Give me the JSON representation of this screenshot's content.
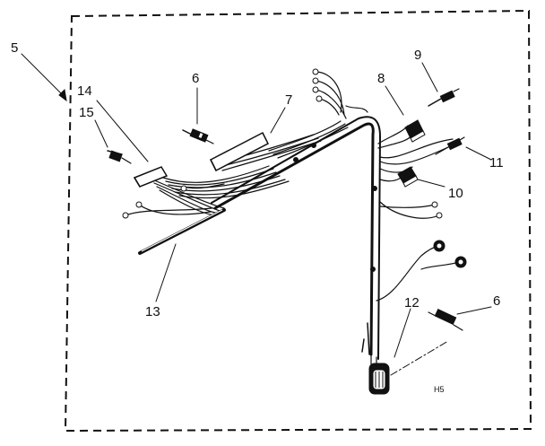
{
  "diagram": {
    "callouts": {
      "c5": "5",
      "c6a": "6",
      "c6b": "6",
      "c7": "7",
      "c8": "8",
      "c9": "9",
      "c10": "10",
      "c11": "11",
      "c12": "12",
      "c13": "13",
      "c14": "14",
      "c15": "15"
    },
    "page_code": "H5"
  }
}
